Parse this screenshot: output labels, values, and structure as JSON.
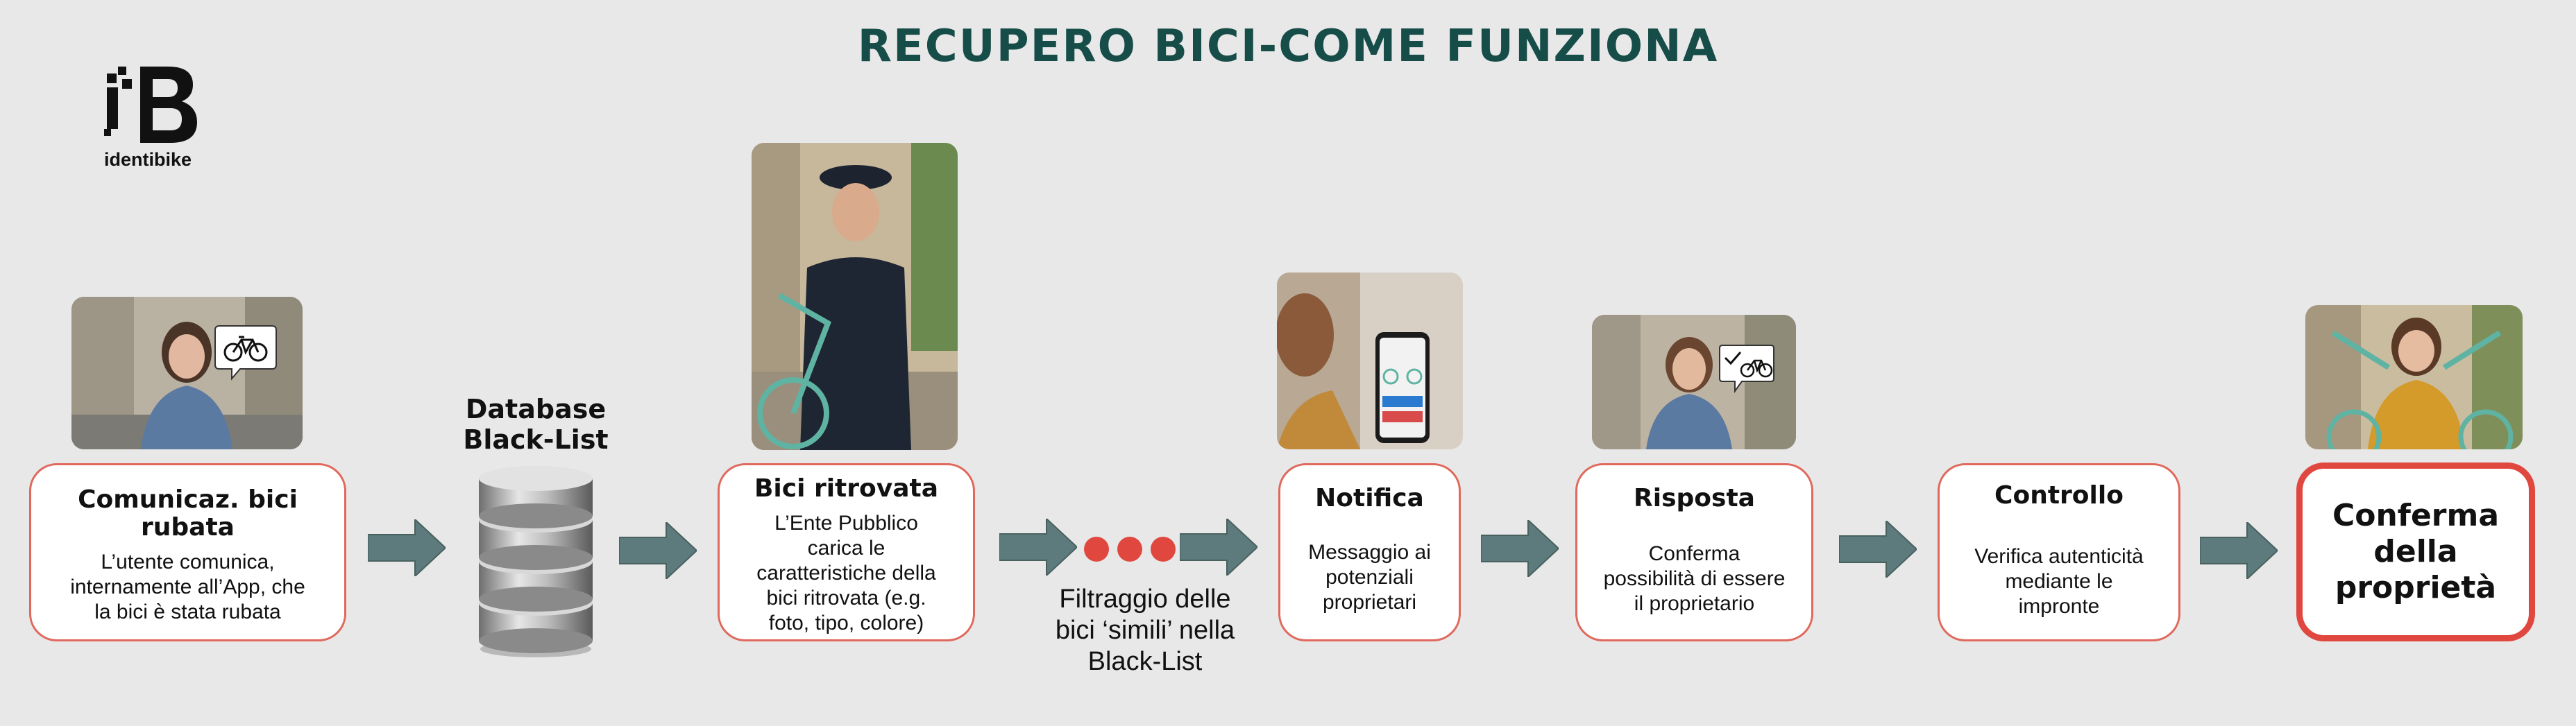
{
  "title": "RECUPERO BICI-COME FUNZIONA",
  "logo": {
    "text": "identibike"
  },
  "colors": {
    "title": "#174d49",
    "arrow": "#5d7b7c",
    "card_border": "#e0685c",
    "final_border": "#e0483f",
    "dots": "#e0483f",
    "background": "#e8e8e8"
  },
  "database": {
    "label_line1": "Database",
    "label_line2": "Black-List"
  },
  "filter": {
    "line1": "Filtraggio delle",
    "line2": "bici ‘simili’ nella",
    "line3": "Black-List"
  },
  "steps": [
    {
      "title_line1": "Comunicaz. bici",
      "title_line2": "rubata",
      "body_line1": "L’utente comunica,",
      "body_line2": "internamente all’App, che",
      "body_line3": "la bici è stata rubata"
    },
    {
      "title_line1": "Bici ritrovata",
      "body_line1": "L’Ente Pubblico",
      "body_line2": "carica le",
      "body_line3": "caratteristiche della",
      "body_line4": "bici ritrovata (e.g.",
      "body_line5": "foto, tipo, colore)"
    },
    {
      "title_line1": "Notifica",
      "body_line1": "Messaggio ai",
      "body_line2": "potenziali",
      "body_line3": "proprietari"
    },
    {
      "title_line1": "Risposta",
      "body_line1": "Conferma",
      "body_line2": "possibilità di essere",
      "body_line3": "il proprietario"
    },
    {
      "title_line1": "Controllo",
      "body_line1": "Verifica autenticità",
      "body_line2": "mediante le",
      "body_line3": "impronte"
    },
    {
      "title_line1": "Conferma",
      "title_line2": "della",
      "title_line3": "proprietà"
    }
  ],
  "icons": {
    "logo": "identibike-logo-icon",
    "arrow": "right-arrow-icon",
    "database": "database-cylinder-icon",
    "bike": "bicycle-icon",
    "bike_check": "bicycle-check-icon"
  }
}
